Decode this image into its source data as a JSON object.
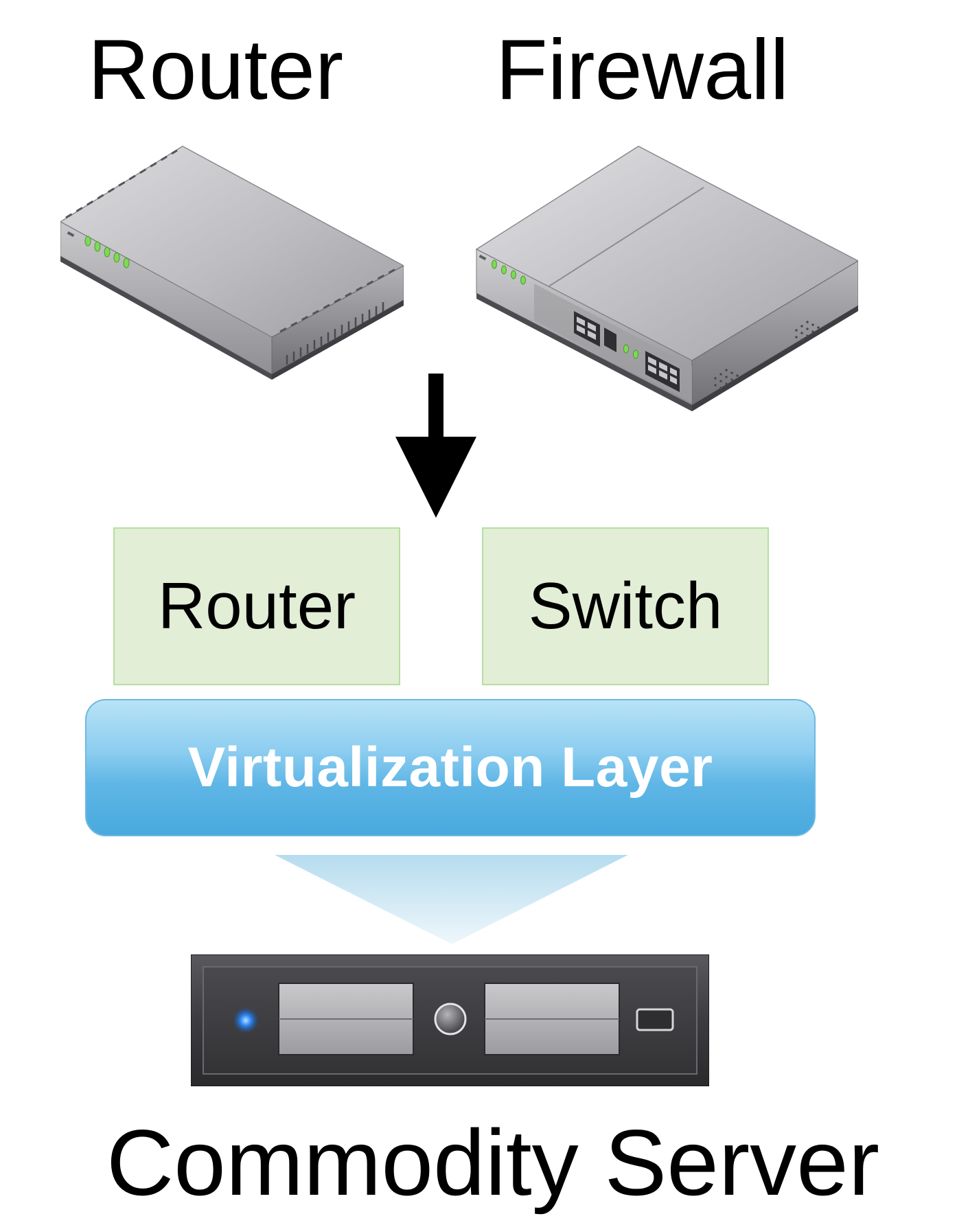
{
  "top_labels": {
    "router": "Router",
    "firewall": "Firewall"
  },
  "virtual_functions": {
    "router": "Router",
    "switch": "Switch"
  },
  "virtualization_layer": "Virtualization Layer",
  "bottom_label": "Commodity Server",
  "colors": {
    "vnf_box_fill": "#e2eed6",
    "vnf_box_border": "#b5dfa0",
    "layer_top": "#b8e3f6",
    "layer_bottom": "#49a9de",
    "layer_text": "#ffffff",
    "device_gray": "#a9a9ad",
    "led_green": "#7ed957",
    "led_blue": "#2f8cff"
  },
  "icons": {
    "router_device": "router-appliance-icon",
    "firewall_device": "firewall-appliance-icon",
    "arrow": "arrow-down-icon",
    "server": "rack-server-icon"
  }
}
